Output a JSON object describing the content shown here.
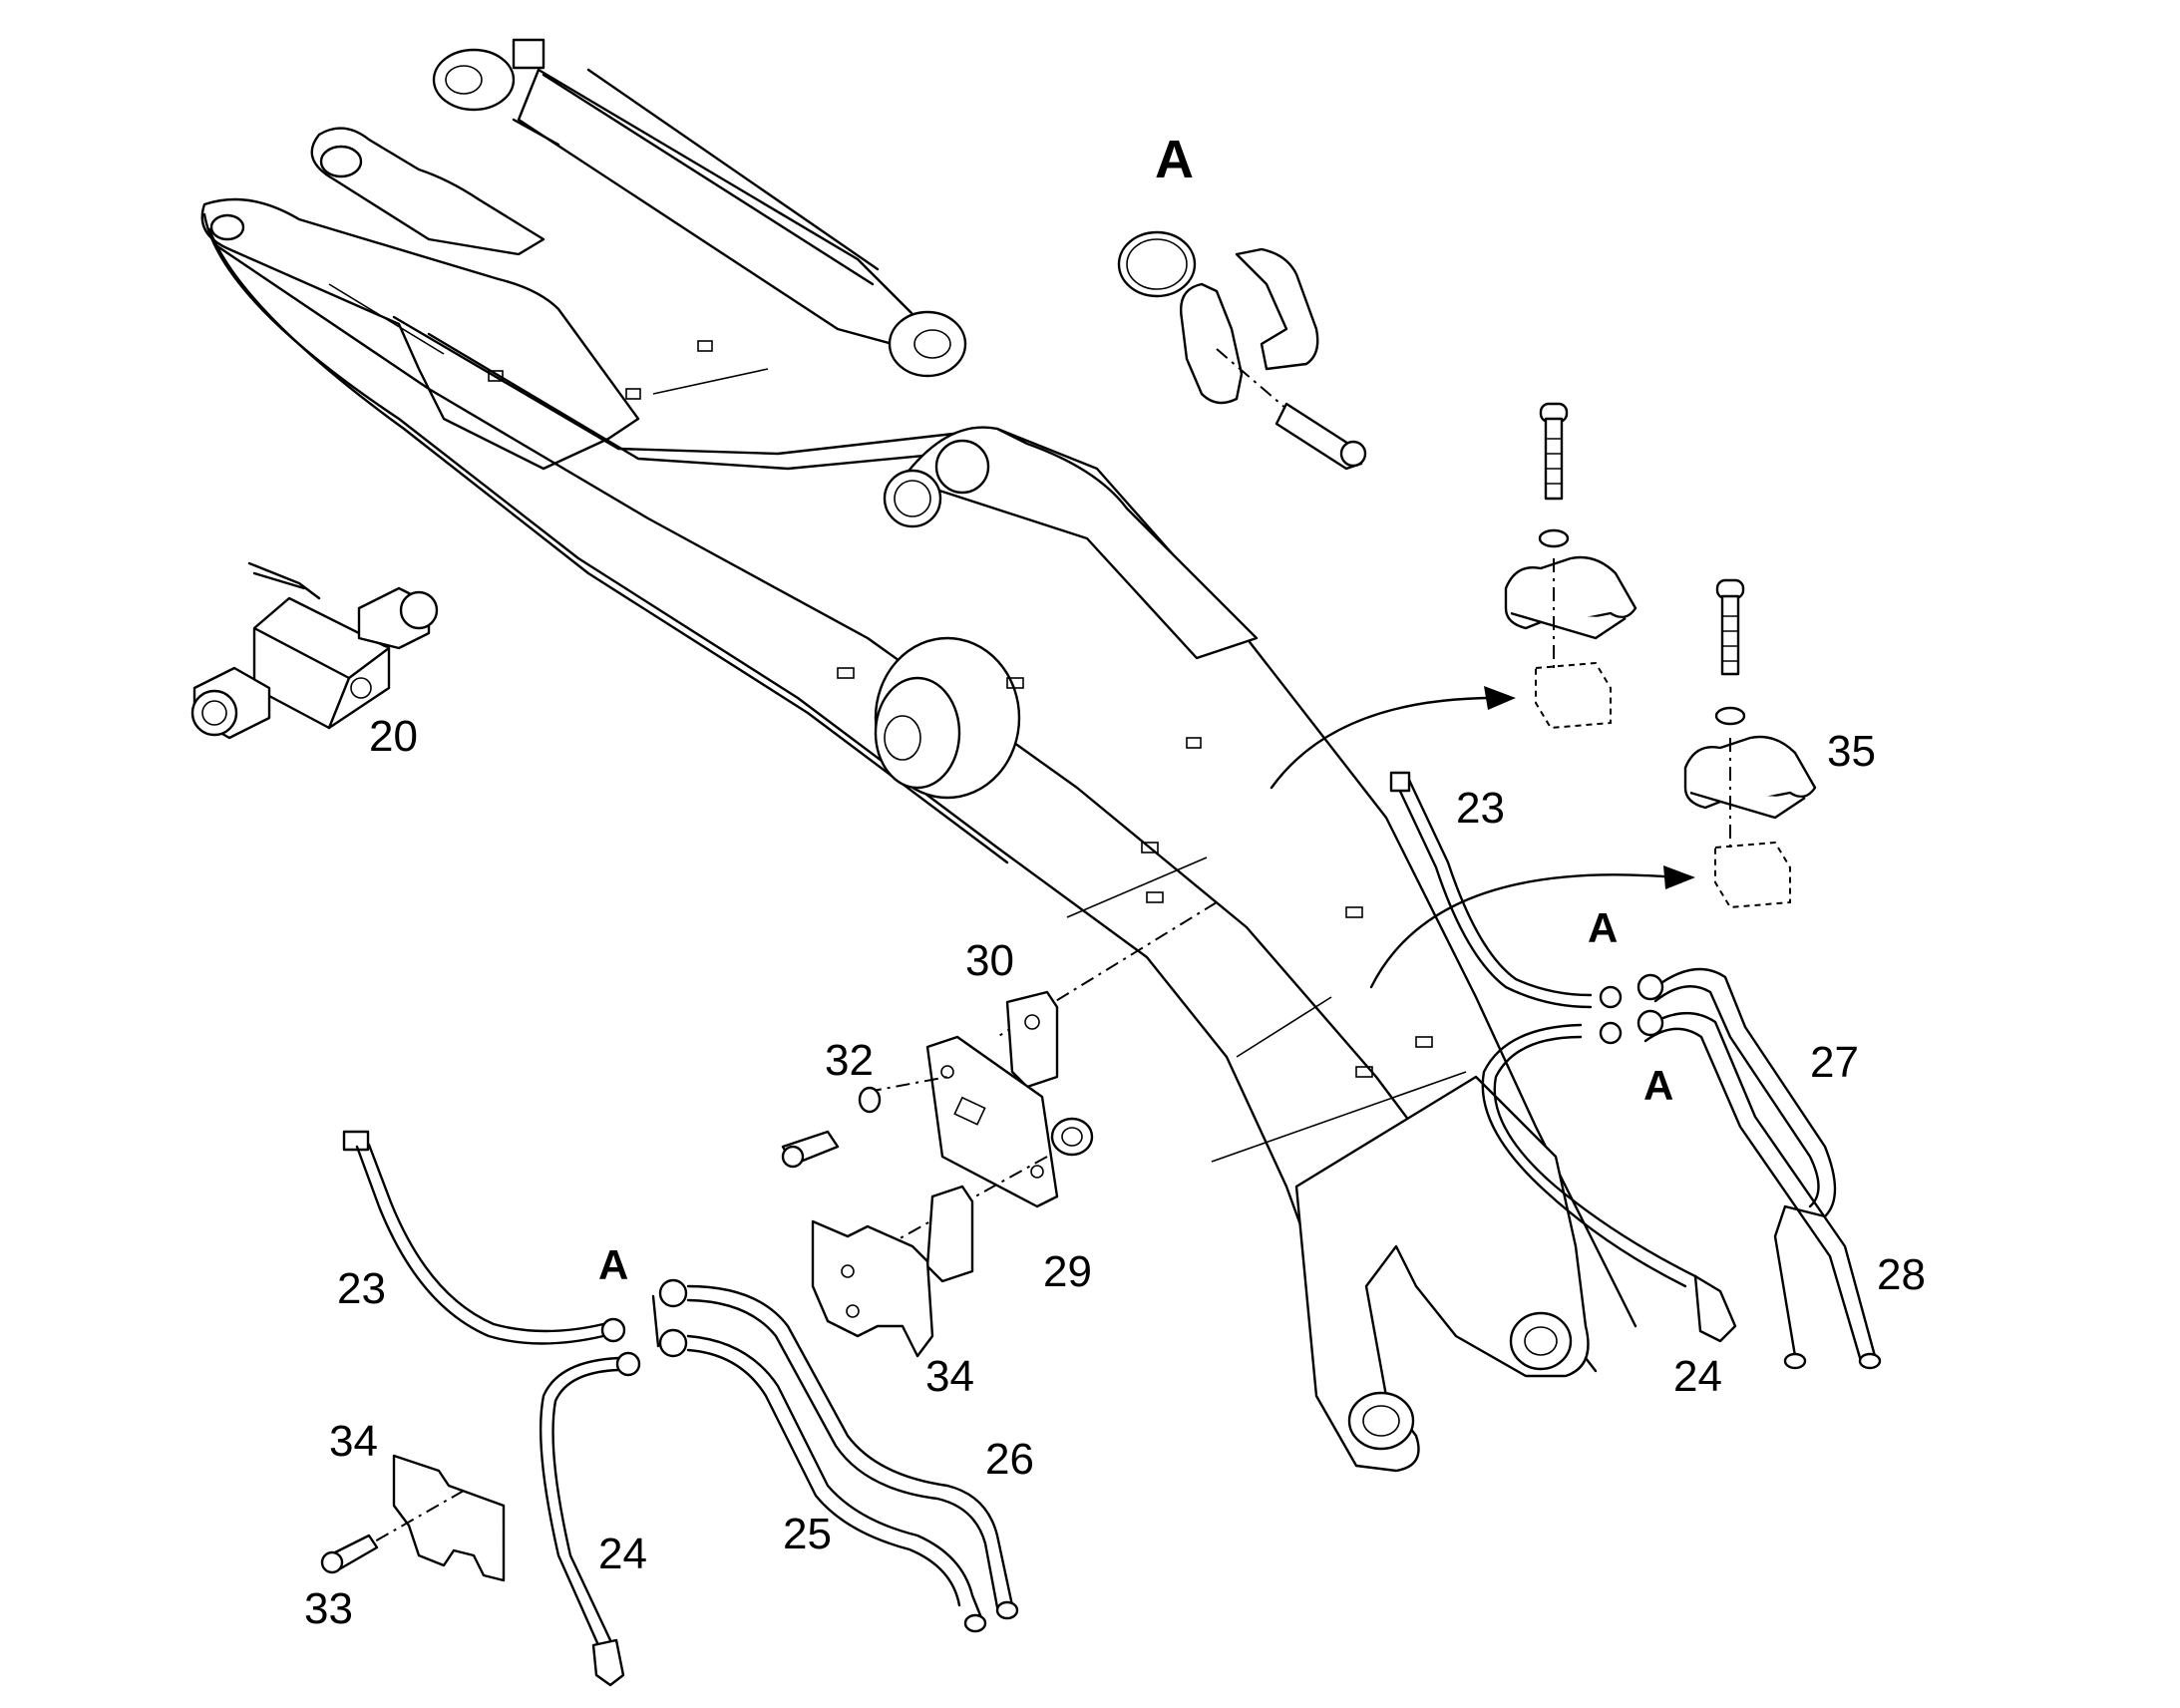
{
  "detail_title": "A",
  "detail_markers": [
    "A",
    "A",
    "A"
  ],
  "part_labels": {
    "p20": "20",
    "p23_right": "23",
    "p35": "35",
    "p27": "27",
    "p28": "28",
    "p24_right": "24",
    "p30": "30",
    "p32": "32",
    "p29": "29",
    "p34_center": "34",
    "p23_left": "23",
    "p26": "26",
    "p25": "25",
    "p24_left": "24",
    "p34_left": "34",
    "p33": "33"
  }
}
